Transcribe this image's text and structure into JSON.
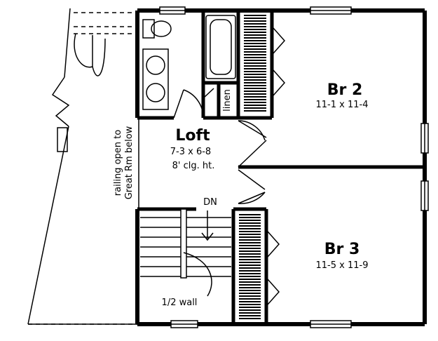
{
  "rooms": {
    "br2": {
      "name": "Br 2",
      "dims": "11-1 x 11-4"
    },
    "br3": {
      "name": "Br 3",
      "dims": "11-5 x 11-9"
    },
    "loft": {
      "name": "Loft",
      "dims": "7-3 x 6-8",
      "ceiling": "8' clg. ht."
    },
    "linen": {
      "name": "linen"
    }
  },
  "notes": {
    "railing_line1": "railing open to",
    "railing_line2": "Great Rm below",
    "stair_dir": "DN",
    "half_wall": "1/2 wall"
  }
}
